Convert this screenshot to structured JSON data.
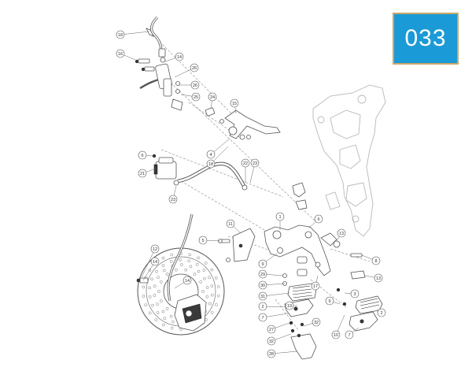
{
  "page_badge": {
    "label": "033",
    "background": "#1a9ad6",
    "border": "#c9a76a"
  },
  "callouts": [
    "18",
    "16",
    "14",
    "26",
    "26",
    "25",
    "24",
    "15",
    "4",
    "18",
    "6",
    "21",
    "22",
    "23",
    "23",
    "1",
    "6",
    "11",
    "5",
    "13",
    "8",
    "9",
    "29",
    "30",
    "31",
    "2",
    "7",
    "12",
    "14",
    "14",
    "17",
    "3",
    "9",
    "13",
    "2",
    "7",
    "10",
    "27",
    "32",
    "32",
    "28",
    "19"
  ]
}
